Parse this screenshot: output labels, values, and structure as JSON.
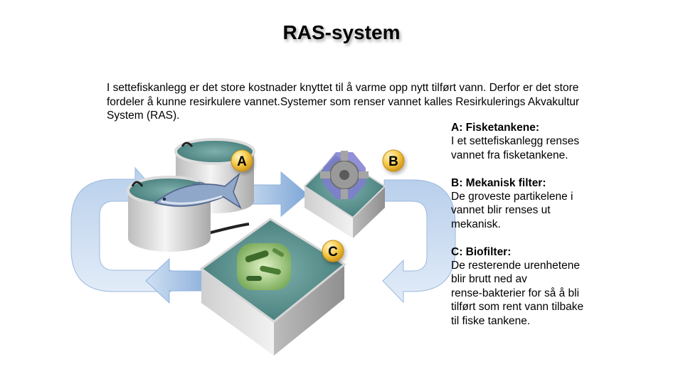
{
  "title": "RAS-system",
  "intro": [
    "I settefiskanlegg er det store kostnader knyttet til å varme opp nytt tilført vann. Derfor er det store",
    "fordeler å kunne resirkulere vannet.Systemer som renser vannet kalles Resirkulerings Akvakultur",
    "System (RAS)."
  ],
  "labels": {
    "a": "A",
    "b": "B",
    "c": "C"
  },
  "legend": [
    {
      "heading": "A: Fisketankene:",
      "lines": [
        "I et settefiskanlegg renses",
        "vannet fra fisketankene."
      ]
    },
    {
      "heading": "B: Mekanisk filter:",
      "lines": [
        "De groveste partikelene i",
        "vannet blir renses ut",
        "mekanisk."
      ]
    },
    {
      "heading": "C: Biofilter:",
      "lines": [
        "De resterende urenhetene",
        "blir brutt ned av",
        "rense-bakterier for så å bli",
        "tilført som rent vann tilbake",
        "til fiske tankene."
      ]
    }
  ],
  "colors": {
    "arrow": "#8fb3dc",
    "water": "#4f8c8a",
    "badge": "#f5c542",
    "gear": "#8a87c8"
  },
  "icons": [
    "fish-icon",
    "gear-icon",
    "bacteria-icon"
  ]
}
